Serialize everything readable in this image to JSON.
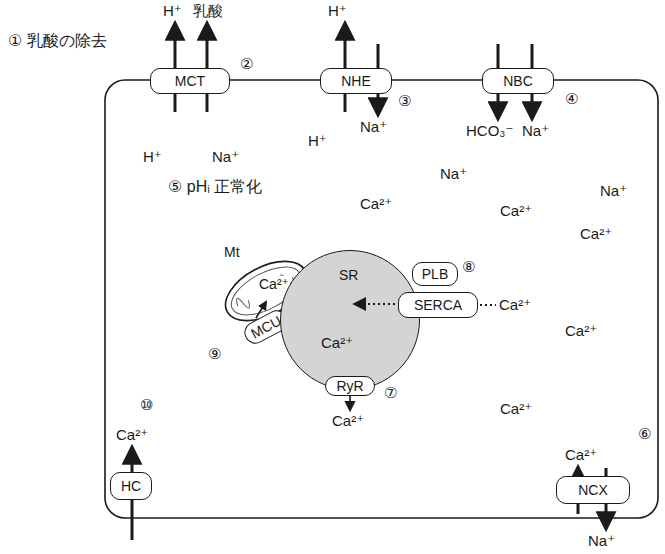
{
  "diagram": {
    "nodes": [
      {
        "text": [
          "MCT"
        ]
      },
      {
        "text": [
          "NHE"
        ]
      },
      {
        "text": [
          "NBC"
        ]
      },
      {
        "text": [
          "Mt",
          "Ca²⁺"
        ]
      },
      {
        "text": [
          "MCU"
        ]
      },
      {
        "text": [
          "SR",
          "Ca²⁺"
        ]
      },
      {
        "text": [
          "PLB"
        ]
      },
      {
        "text": [
          "SERCA"
        ]
      },
      {
        "text": [
          "RyR"
        ]
      },
      {
        "text": [
          "HC"
        ]
      },
      {
        "text": [
          "NCX"
        ]
      }
    ],
    "labels": [
      "① 乳酸の除去",
      "H⁺",
      "乳酸",
      "②",
      "H⁺",
      "③",
      "Na⁺",
      "④",
      "HCO₃⁻",
      "Na⁺",
      "H⁺",
      "Na⁺",
      "H⁺",
      "Na⁺",
      "Na⁺",
      "⑤ pHᵢ 正常化",
      "Ca²⁺",
      "Ca²⁺",
      "Ca²⁺",
      "Ca²⁺",
      "Ca²⁺",
      "⑧",
      "⑦",
      "Ca²⁺",
      "⑨",
      "⑩",
      "Ca²⁺",
      "Ca²⁺",
      "Ca²⁺",
      "⑥",
      "Na⁺"
    ]
  }
}
